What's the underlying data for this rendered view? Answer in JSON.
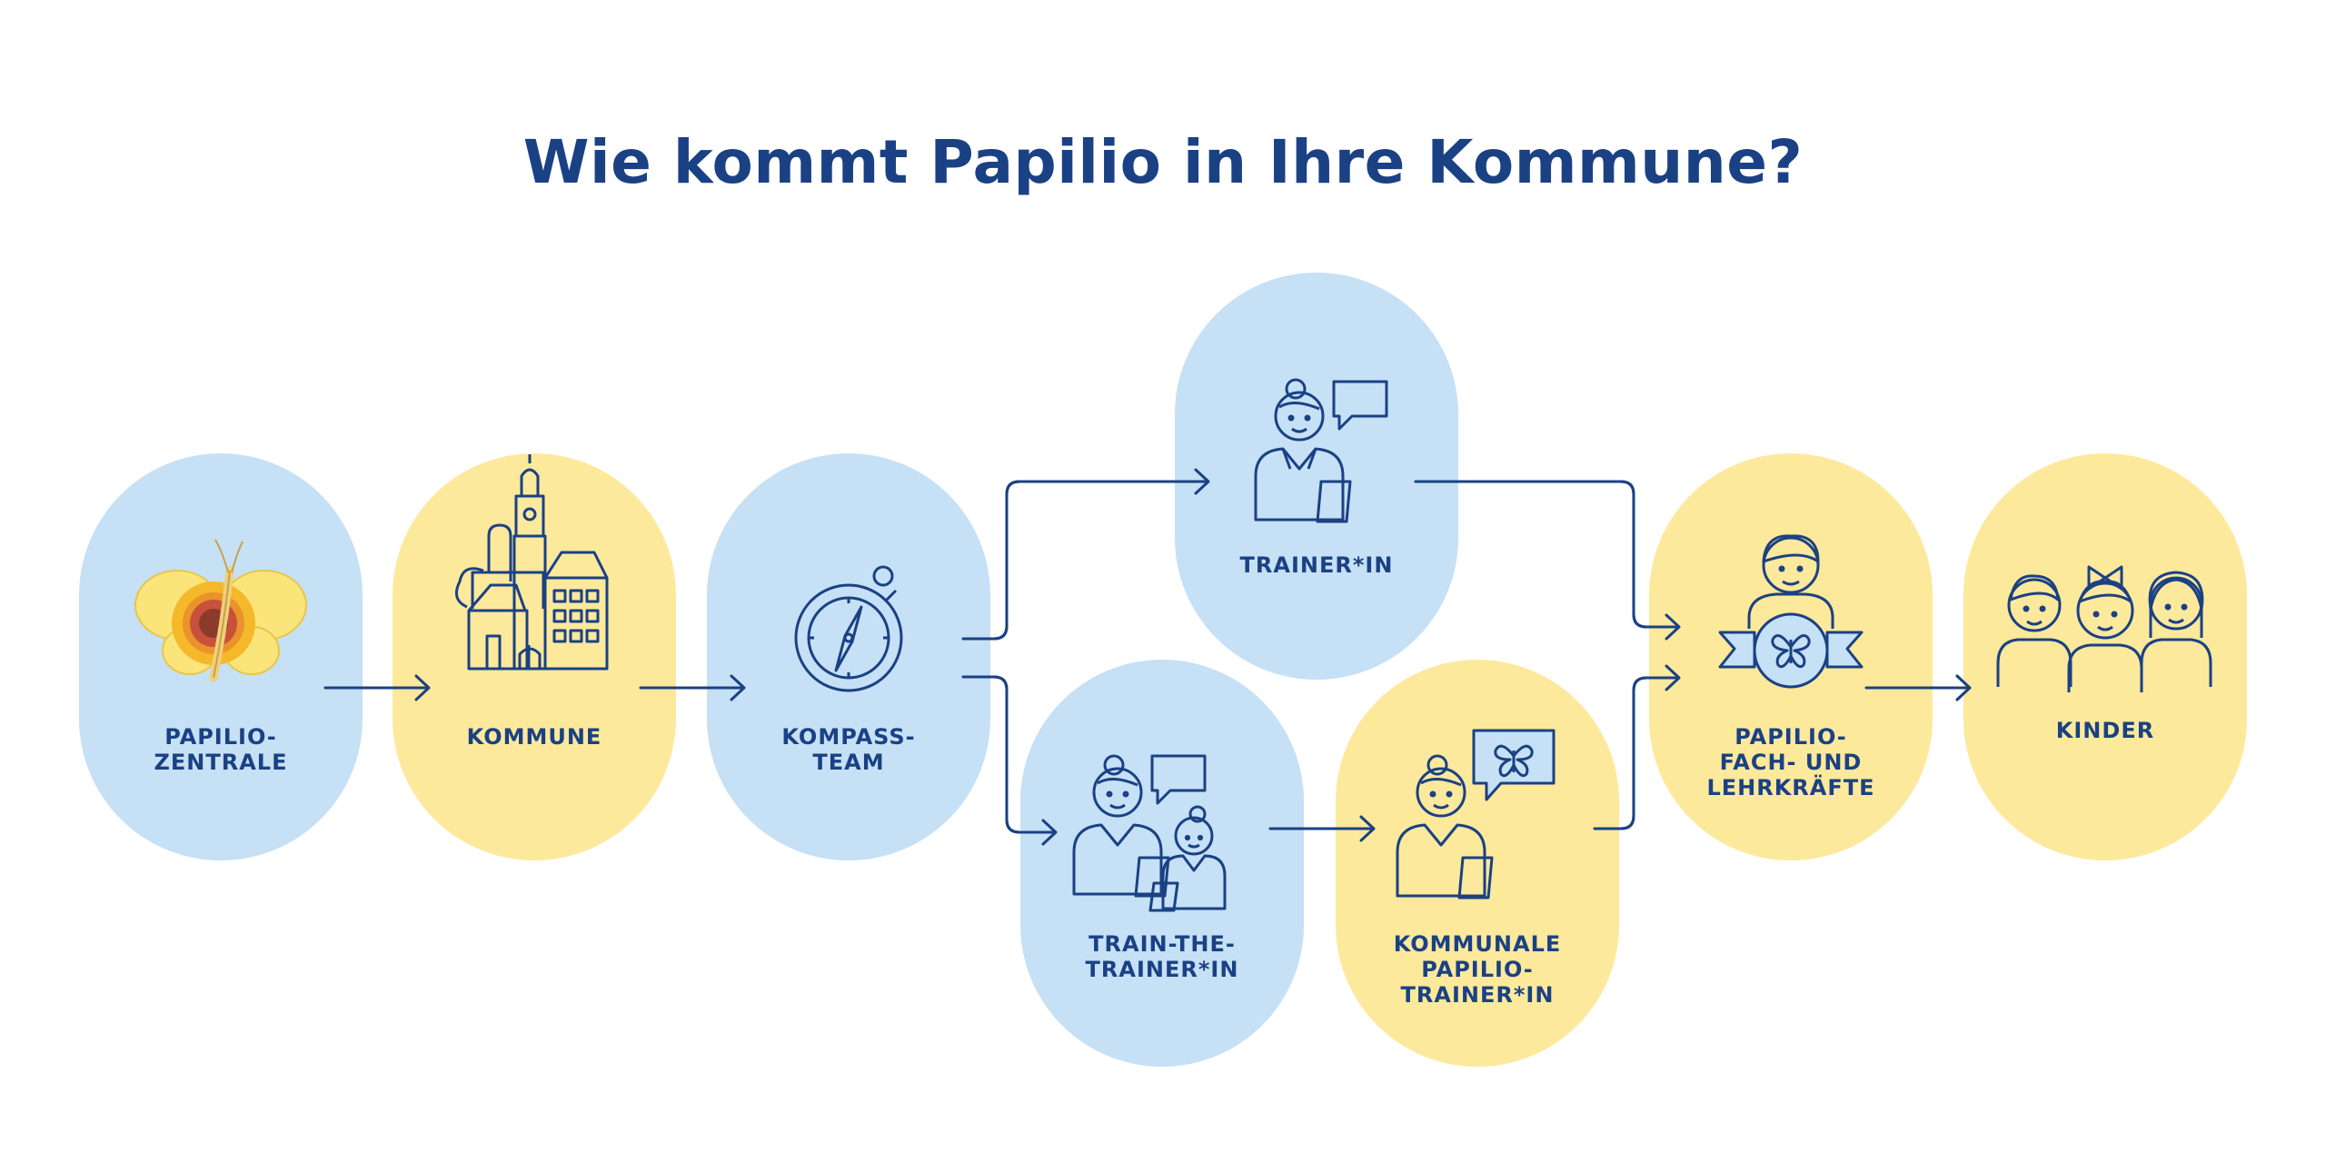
{
  "title": "Wie kommt Papilio in Ihre Kommune?",
  "colors": {
    "navy": "#1a4184",
    "light_blue": "#c6e0f5",
    "light_yellow": "#fde99b"
  },
  "nodes": [
    {
      "id": "papilio-zentrale",
      "label": "PAPILIO-\nZENTRALE",
      "color": "light_blue",
      "icon": "butterfly-logo-icon"
    },
    {
      "id": "kommune",
      "label": "KOMMUNE",
      "color": "light_yellow",
      "icon": "town-icon"
    },
    {
      "id": "kompass-team",
      "label": "KOMPASS-\nTEAM",
      "color": "light_blue",
      "icon": "compass-icon"
    },
    {
      "id": "trainer-in",
      "label": "TRAINER*IN",
      "color": "light_blue",
      "icon": "trainer-icon"
    },
    {
      "id": "train-the-trainer-in",
      "label": "TRAIN-THE-\nTRAINER*IN",
      "color": "light_blue",
      "icon": "two-trainers-icon"
    },
    {
      "id": "kommunale-papilio-trainer-in",
      "label": "KOMMUNALE\nPAPILIO-\nTRAINER*IN",
      "color": "light_yellow",
      "icon": "trainer-butterfly-icon"
    },
    {
      "id": "papilio-fach-und-lehrkraefte",
      "label": "PAPILIO-\nFACH- UND\nLEHRKRÄFTE",
      "color": "light_yellow",
      "icon": "teacher-badge-icon"
    },
    {
      "id": "kinder",
      "label": "KINDER",
      "color": "light_yellow",
      "icon": "children-icon"
    }
  ]
}
